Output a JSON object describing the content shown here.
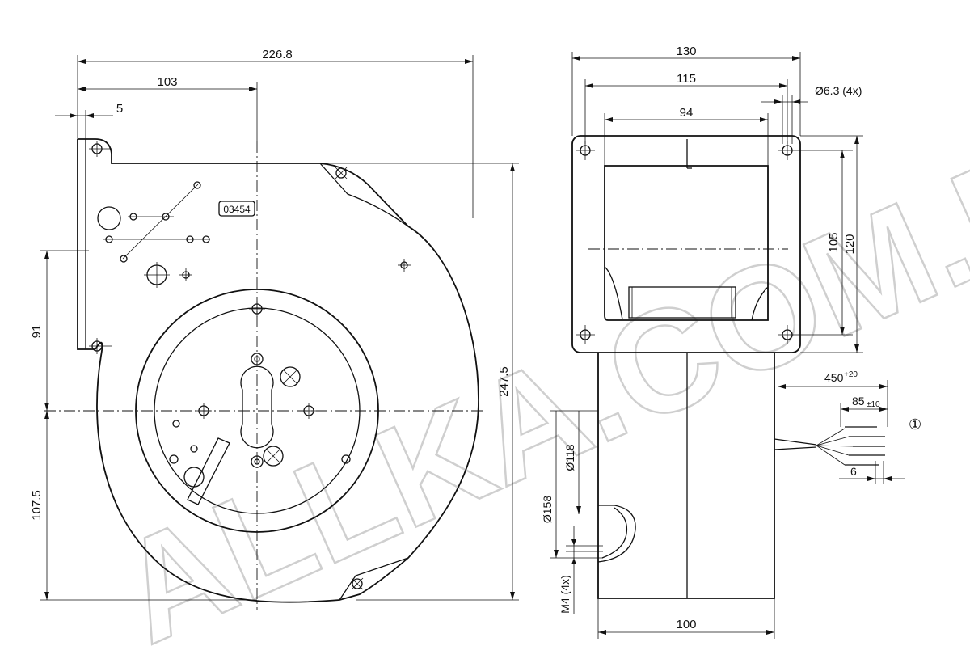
{
  "front_view": {
    "dim_overall_width": "226.8",
    "dim_flange_to_axis": "103",
    "dim_flange_thickness": "5",
    "dim_upper_height": "91",
    "dim_lower_height": "107.5",
    "dim_total_height": "247.5",
    "part_label": "03454"
  },
  "side_view": {
    "dim_flange_width": "130",
    "dim_hole_spacing": "115",
    "dim_outlet_width": "94",
    "dim_hole_diameter": "Ø6.3 (4x)",
    "dim_hole_vertical": "105",
    "dim_flange_height": "120",
    "dim_cable_length": "450",
    "dim_cable_length_tol": "+20",
    "dim_strip_length": "85",
    "dim_strip_length_tol": "±10",
    "dim_wire_end": "6",
    "dim_motor_dia": "Ø118",
    "dim_inlet_dia": "Ø158",
    "dim_thread": "M4 (4x)",
    "dim_motor_width": "100",
    "callout_number": "①"
  },
  "watermark": {
    "text": "ALLKA.COM.BY"
  }
}
